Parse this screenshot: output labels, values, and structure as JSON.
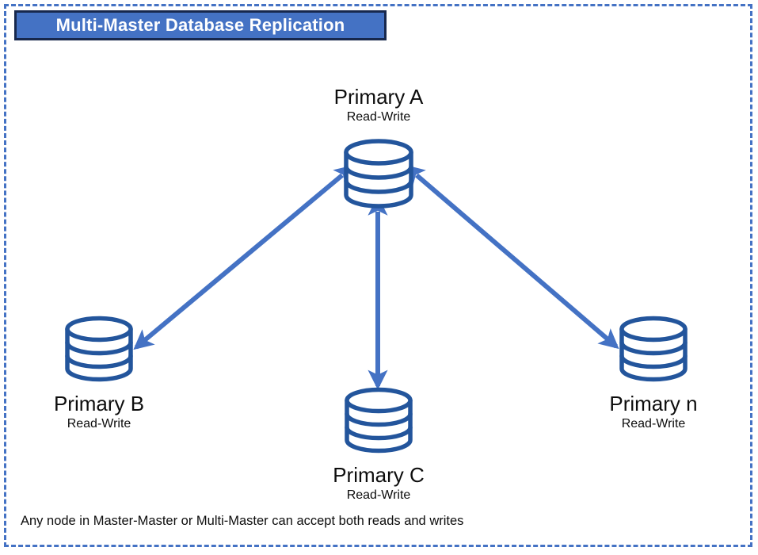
{
  "diagram": {
    "title": "Multi-Master Database Replication",
    "caption": "Any node in Master-Master or Multi-Master can accept both reads and writes",
    "colors": {
      "banner_fill": "#4472C4",
      "banner_border": "#17284D",
      "banner_text": "#FFFFFF",
      "frame_dash": "#4472C4",
      "arrow": "#4472C4",
      "cylinder_stroke": "#23559C",
      "cylinder_fill": "#FFFFFF",
      "label_text": "#0D0D0D"
    },
    "nodes": [
      {
        "id": "primary-a",
        "name": "Primary A",
        "role": "Read-Write",
        "label_position": "above",
        "icon": "database-cylinder-icon"
      },
      {
        "id": "primary-b",
        "name": "Primary B",
        "role": "Read-Write",
        "label_position": "below",
        "icon": "database-cylinder-icon"
      },
      {
        "id": "primary-c",
        "name": "Primary C",
        "role": "Read-Write",
        "label_position": "below",
        "icon": "database-cylinder-icon"
      },
      {
        "id": "primary-n",
        "name": "Primary n",
        "role": "Read-Write",
        "label_position": "below",
        "icon": "database-cylinder-icon"
      }
    ],
    "connections": [
      {
        "id": "edge-a-b",
        "from": "primary-a",
        "to": "primary-b",
        "style": "double-headed-arrow"
      },
      {
        "id": "edge-a-c",
        "from": "primary-a",
        "to": "primary-c",
        "style": "double-headed-arrow"
      },
      {
        "id": "edge-a-n",
        "from": "primary-a",
        "to": "primary-n",
        "style": "double-headed-arrow"
      }
    ]
  }
}
